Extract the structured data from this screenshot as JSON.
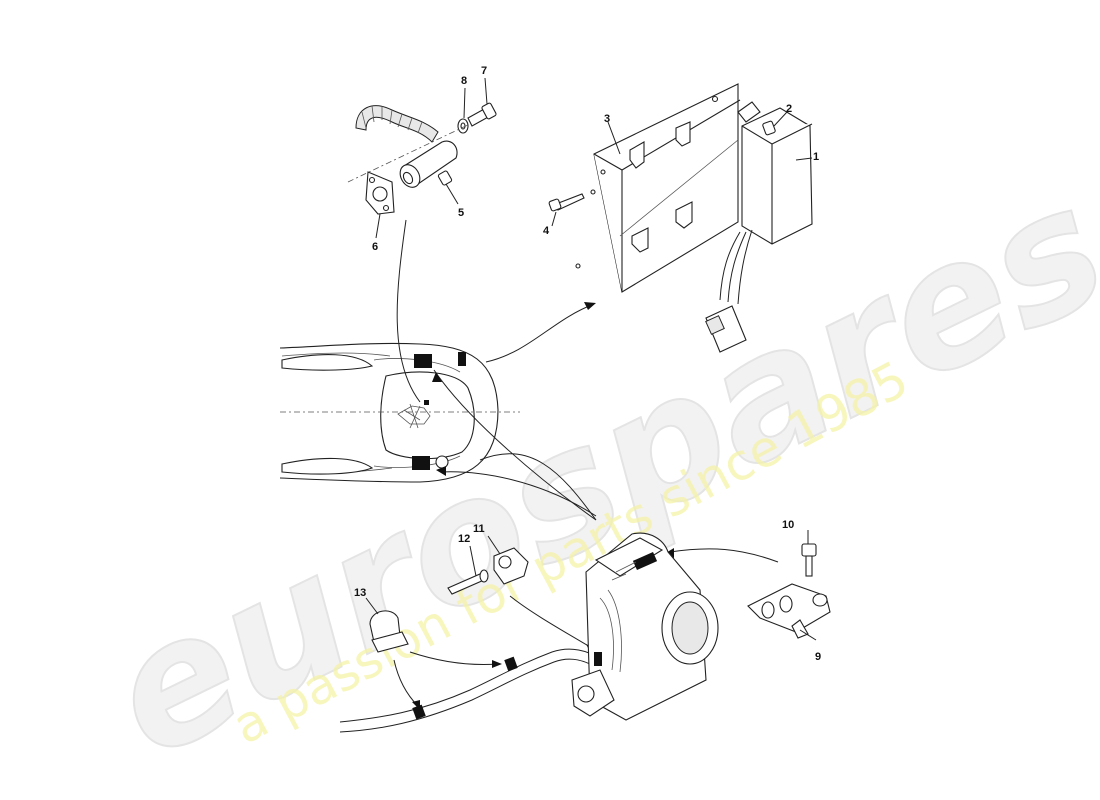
{
  "watermark": {
    "brand": "eurospares",
    "tagline": "a passion for parts since 1985"
  },
  "callouts": {
    "c1": "1",
    "c2": "2",
    "c3": "3",
    "c4": "4",
    "c5": "5",
    "c6": "6",
    "c7": "7",
    "c8": "8",
    "c9": "9",
    "c10": "10",
    "c11": "11",
    "c12": "12",
    "c13": "13"
  }
}
